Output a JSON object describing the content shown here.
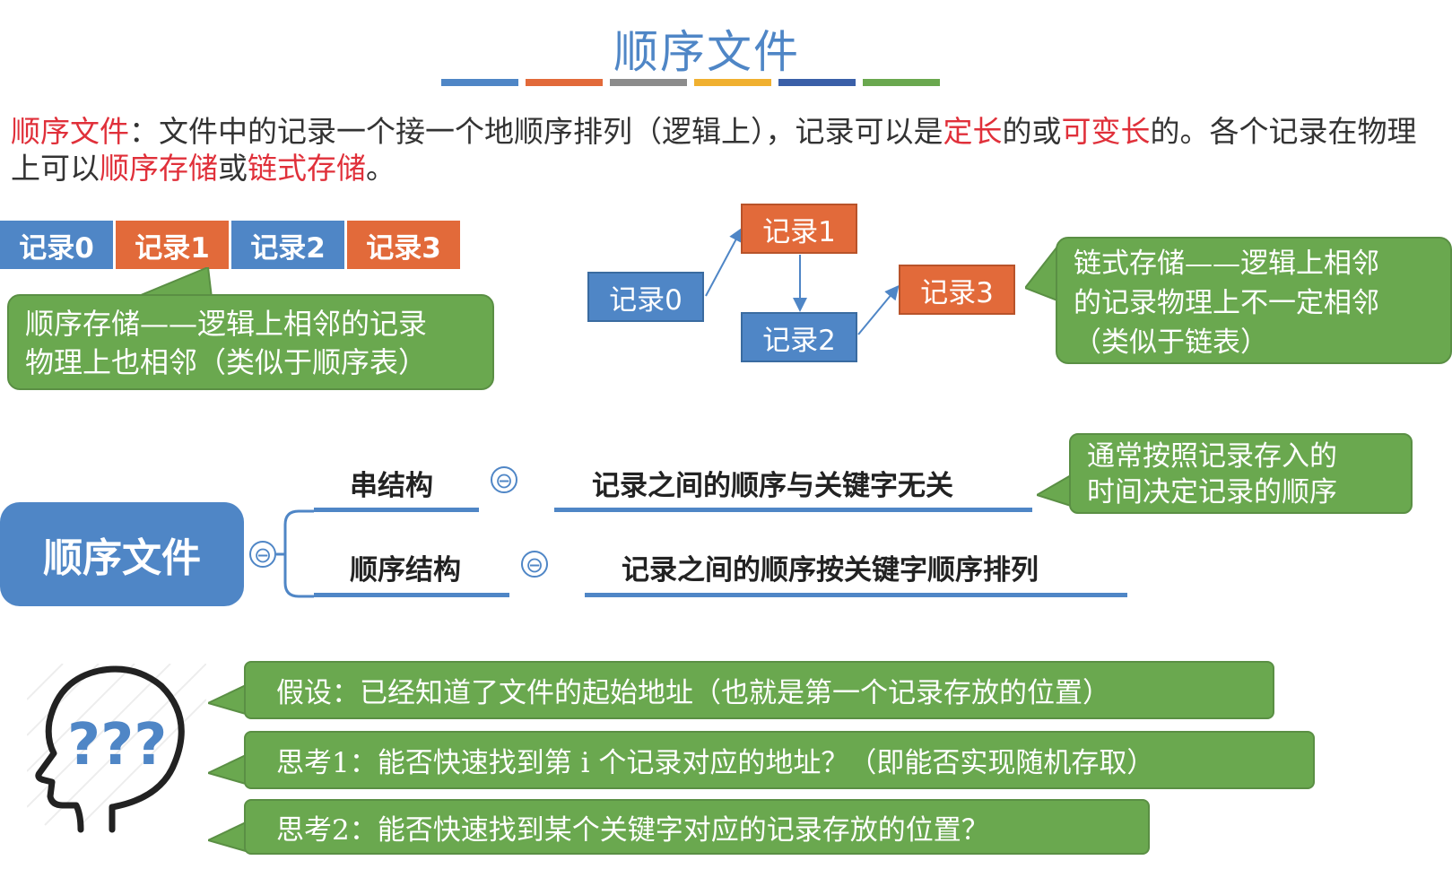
{
  "title": "顺序文件",
  "title_bar_colors": [
    "#4f86c6",
    "#e26a3a",
    "#8c8c8c",
    "#f0b030",
    "#3a5fa8",
    "#6aa84f"
  ],
  "intro": {
    "term": "顺序文件",
    "part1": "：文件中的记录一个接一个地顺序排列（逻辑上），记录可以是",
    "fixed": "定长",
    "part2": "的或",
    "variable": "可变长",
    "part3": "的。各个记录在物理上可以",
    "seq_storage": "顺序存储",
    "part4": "或",
    "chain_storage": "链式存储",
    "part5": "。"
  },
  "sequential": {
    "cells": [
      "记录0",
      "记录1",
      "记录2",
      "记录3"
    ],
    "callout_line1": "顺序存储——逻辑上相邻的记录",
    "callout_line2": "物理上也相邻（类似于顺序表）"
  },
  "linked": {
    "r0": "记录0",
    "r1": "记录1",
    "r2": "记录2",
    "r3": "记录3",
    "callout_line1": "链式存储——逻辑上相邻",
    "callout_line2": "的记录物理上不一定相邻",
    "callout_line3": "（类似于链表）"
  },
  "mindmap": {
    "root": "顺序文件",
    "branch1": "串结构",
    "branch1_desc": "记录之间的顺序与关键字无关",
    "branch2": "顺序结构",
    "branch2_desc": "记录之间的顺序按关键字顺序排列",
    "note_line1": "通常按照记录存入的",
    "note_line2": "时间决定记录的顺序",
    "collapse_symbol": "⊖"
  },
  "thinking": {
    "head_marks": "???",
    "assume": "假设：已经知道了文件的起始地址（也就是第一个记录存放的位置）",
    "q1": "思考1：能否快速找到第 i 个记录对应的地址？（即能否实现随机存取）",
    "q2": "思考2：能否快速找到某个关键字对应的记录存放的位置？"
  }
}
